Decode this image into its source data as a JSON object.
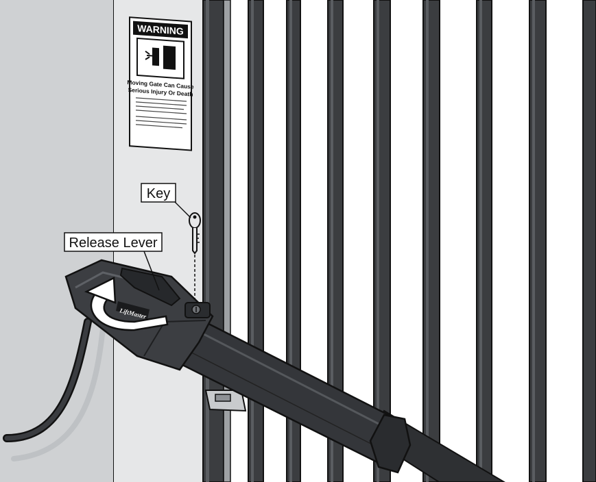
{
  "callouts": {
    "key": "Key",
    "release_lever": "Release Lever"
  },
  "warning_sign": {
    "title": "WARNING",
    "headline_line1": "Moving Gate Can Cause",
    "headline_line2": "Serious Injury Or Death"
  },
  "operator": {
    "brand": "LiftMaster"
  },
  "colors": {
    "wall": "#d4d6d8",
    "wall_shadow": "#b7babd",
    "pillar": "#e9eaeb",
    "gate_bar": "#333538",
    "operator_body": "#3a3c40",
    "line": "#111111"
  }
}
